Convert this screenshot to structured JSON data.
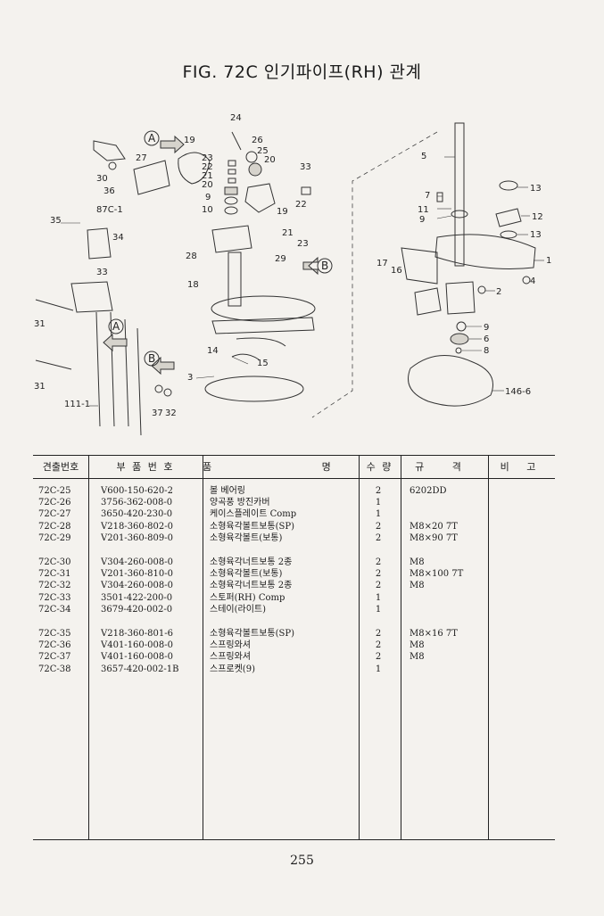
{
  "title": "FIG. 72C 인기파이프(RH) 관계",
  "figure": {
    "callouts": [
      "24",
      "19",
      "23",
      "22",
      "21",
      "20",
      "9",
      "10",
      "26",
      "25",
      "20",
      "33",
      "22",
      "19",
      "21",
      "23",
      "27",
      "30",
      "36",
      "87C-1",
      "35",
      "34",
      "33",
      "28",
      "29",
      "18",
      "31",
      "31",
      "14",
      "15",
      "3",
      "111-1",
      "37",
      "32",
      "5",
      "7",
      "11",
      "9",
      "13",
      "12",
      "13",
      "1",
      "17",
      "16",
      "2",
      "4",
      "9",
      "6",
      "8",
      "146-6"
    ],
    "marker_a": "A",
    "marker_b": "B"
  },
  "table": {
    "headers": {
      "no": "견출번호",
      "part_no": "부 품 번 호",
      "name": "품 명",
      "qty": "수 량",
      "spec": "규 격",
      "remark": "비 고"
    },
    "groups": [
      [
        {
          "no": "72C-25",
          "part_no": "V600-150-620-2",
          "name": "볼 베어링",
          "qty": "2",
          "spec": "6202DD"
        },
        {
          "no": "72C-26",
          "part_no": "3756-362-008-0",
          "name": "양곡풍 방진카버",
          "qty": "1",
          "spec": ""
        },
        {
          "no": "72C-27",
          "part_no": "3650-420-230-0",
          "name": "케이스플레이트 Comp",
          "qty": "1",
          "spec": ""
        },
        {
          "no": "72C-28",
          "part_no": "V218-360-802-0",
          "name": "소형육각볼트보통(SP)",
          "qty": "2",
          "spec": "M8×20 7T"
        },
        {
          "no": "72C-29",
          "part_no": "V201-360-809-0",
          "name": "소형육각볼트(보통)",
          "qty": "2",
          "spec": "M8×90 7T"
        }
      ],
      [
        {
          "no": "72C-30",
          "part_no": "V304-260-008-0",
          "name": "소형육각너트보통 2종",
          "qty": "2",
          "spec": "M8"
        },
        {
          "no": "72C-31",
          "part_no": "V201-360-810-0",
          "name": "소형육각볼트(보통)",
          "qty": "2",
          "spec": "M8×100 7T"
        },
        {
          "no": "72C-32",
          "part_no": "V304-260-008-0",
          "name": "소형육각너트보통 2종",
          "qty": "2",
          "spec": "M8"
        },
        {
          "no": "72C-33",
          "part_no": "3501-422-200-0",
          "name": "스토퍼(RH) Comp",
          "qty": "1",
          "spec": ""
        },
        {
          "no": "72C-34",
          "part_no": "3679-420-002-0",
          "name": "스테이(라이트)",
          "qty": "1",
          "spec": ""
        }
      ],
      [
        {
          "no": "72C-35",
          "part_no": "V218-360-801-6",
          "name": "소형육각볼트보통(SP)",
          "qty": "2",
          "spec": "M8×16 7T"
        },
        {
          "no": "72C-36",
          "part_no": "V401-160-008-0",
          "name": "스프링와셔",
          "qty": "2",
          "spec": "M8"
        },
        {
          "no": "72C-37",
          "part_no": "V401-160-008-0",
          "name": "스프링와셔",
          "qty": "2",
          "spec": "M8"
        },
        {
          "no": "72C-38",
          "part_no": "3657-420-002-1B",
          "name": "스프로켓(9)",
          "qty": "1",
          "spec": ""
        }
      ]
    ]
  },
  "page_number": "255"
}
